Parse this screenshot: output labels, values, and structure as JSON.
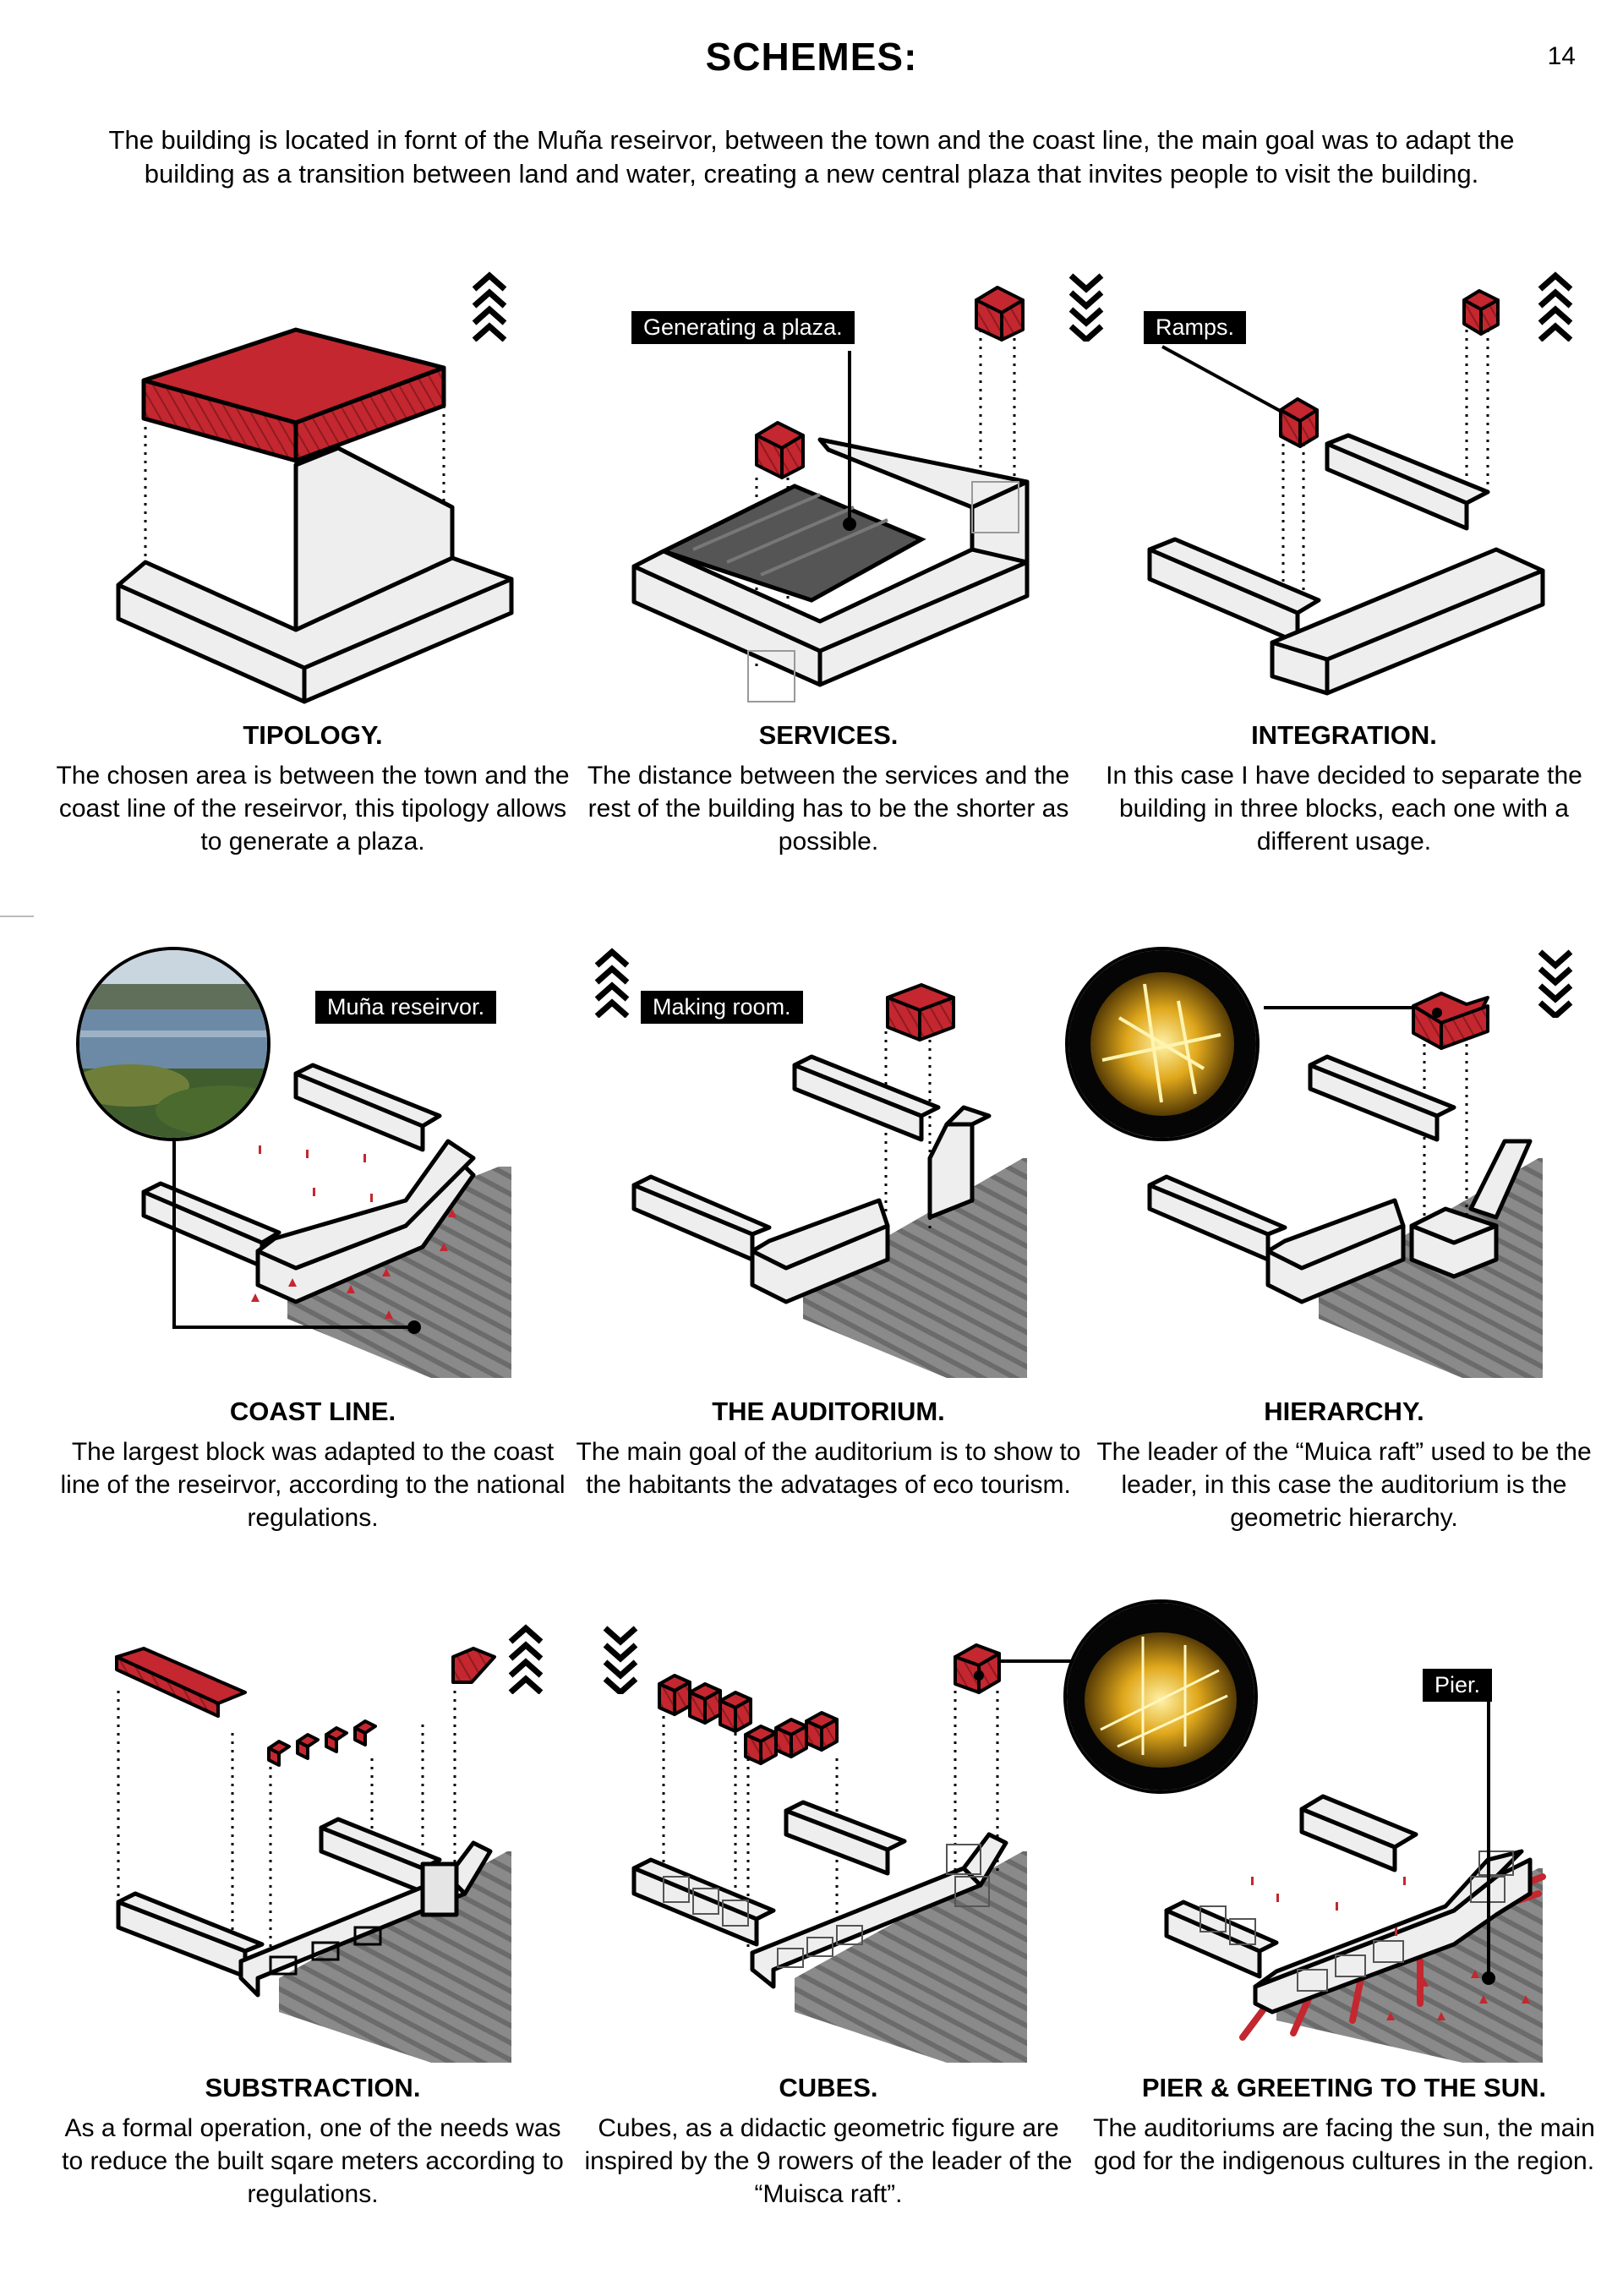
{
  "page": {
    "title": "SCHEMES:",
    "page_number": "14",
    "intro": "The building is located in fornt of the Muña reseirvor, between the town and the coast line, the main goal was to adapt the building as a transition between land and water, creating a new central plaza that invites people to visit the building."
  },
  "colors": {
    "accent_red": "#c4272f",
    "block_fill": "#eeeeee",
    "water_gray": "#8a8a8a",
    "outline": "#000000"
  },
  "schemes": [
    {
      "title": "TIPOLOGY.",
      "body": "The chosen area is between the town and the coast line of the reseirvor, this tipology allows to generate a plaza.",
      "arrow_icon": "chevrons-up-icon"
    },
    {
      "title": "SERVICES.",
      "body": "The distance between the services and the rest of the building has to be the shorter as possible.",
      "tag": "Generating a plaza.",
      "arrow_icon": "chevrons-down-icon"
    },
    {
      "title": "INTEGRATION.",
      "body": "In this case I have decided to separate the building in three blocks, each one with a different usage.",
      "tag": "Ramps.",
      "arrow_icon": "chevrons-up-icon"
    },
    {
      "title": "COAST LINE.",
      "body": "The largest block was adapted to the coast line of the reseirvor, according to the national regulations.",
      "tag": "Muña reseirvor.",
      "arrow_icon": "chevrons-up-icon"
    },
    {
      "title": "THE AUDITORIUM.",
      "body": "The main goal of the auditorium is to show to the habitants the advatages of eco tourism.",
      "tag": "Making room.",
      "arrow_icon": "chevrons-down-icon"
    },
    {
      "title": "HIERARCHY.",
      "body": "The leader of the “Muica raft” used to be the leader, in this case the auditorium is the geometric hierarchy.",
      "arrow_icon": "chevrons-down-icon"
    },
    {
      "title": "SUBSTRACTION.",
      "body": "As a formal operation, one of the needs was to reduce the built sqare meters according to regulations.",
      "arrow_icon": "chevrons-up-icon"
    },
    {
      "title": "CUBES.",
      "body": "Cubes, as a didactic geometric figure are inspired by the 9 rowers of the leader of the “Muisca raft”.",
      "arrow_icon": "chevrons-down-icon"
    },
    {
      "title": "PIER & GREETING TO THE SUN.",
      "body": "The auditoriums are facing the sun, the main god for the indigenous cultures in the region.",
      "tag": "Pier."
    }
  ]
}
